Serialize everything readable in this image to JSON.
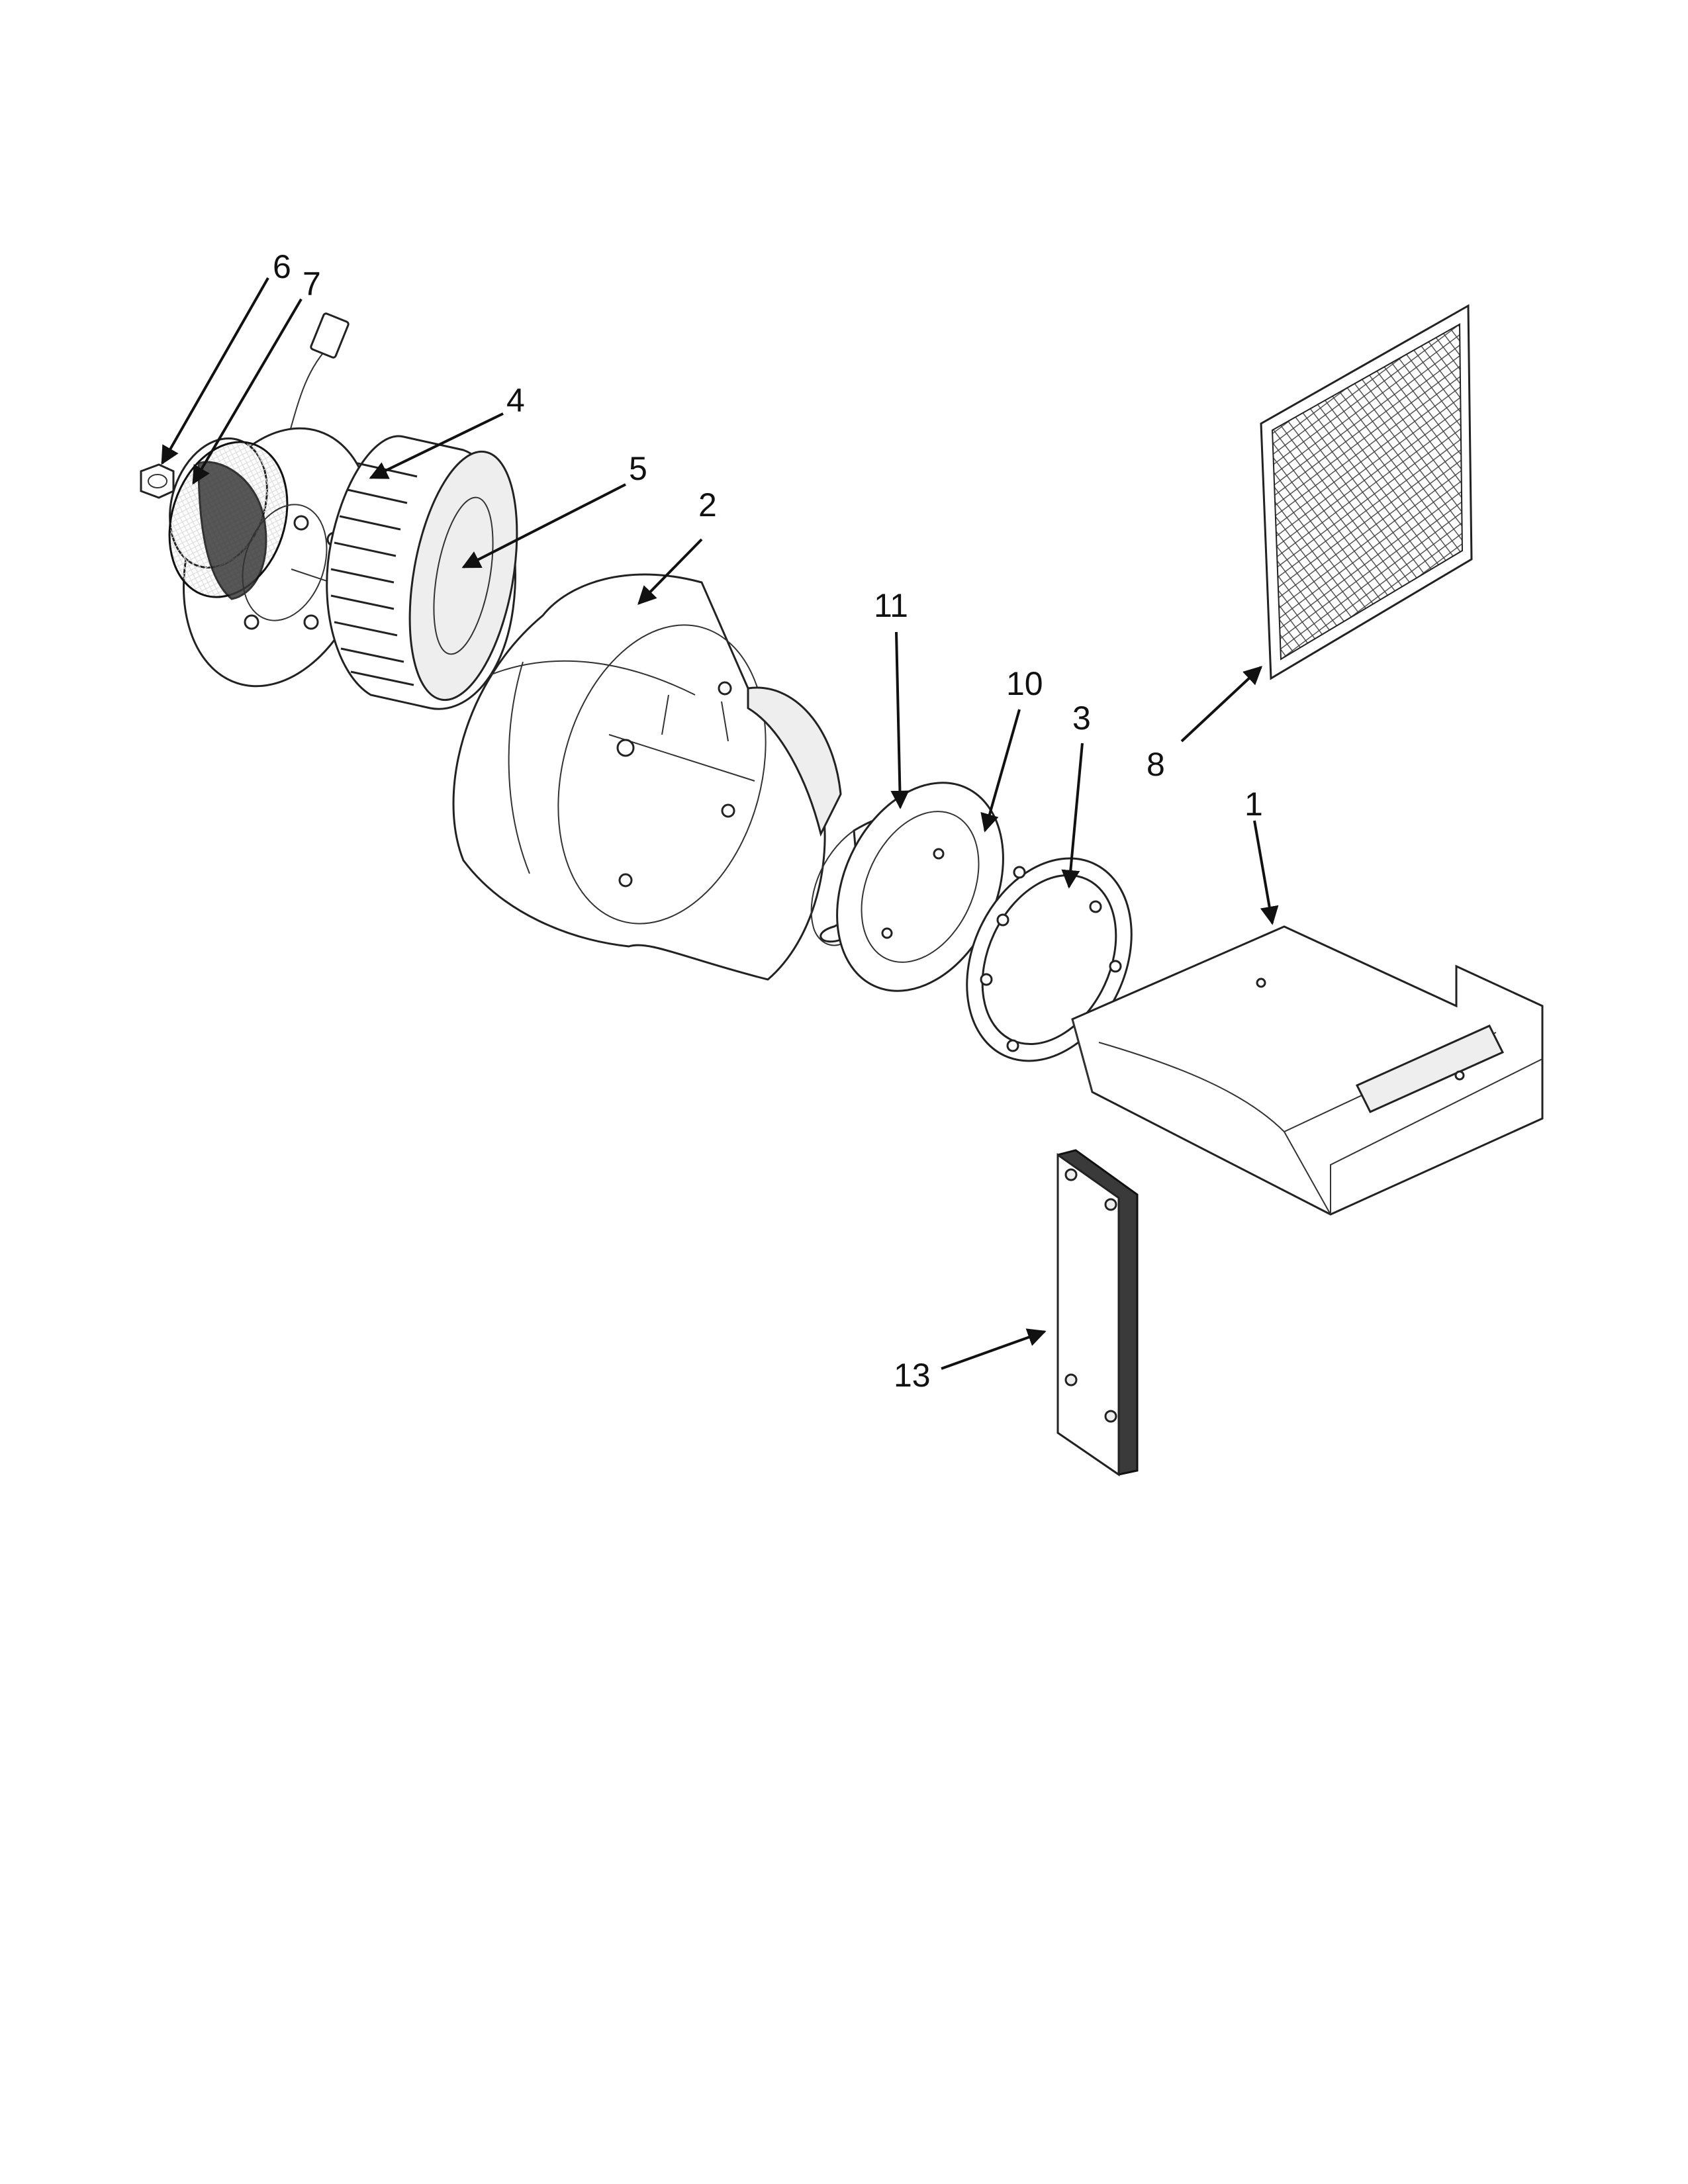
{
  "diagram": {
    "callouts": [
      {
        "id": "callout-6",
        "label": "6"
      },
      {
        "id": "callout-7",
        "label": "7"
      },
      {
        "id": "callout-4",
        "label": "4"
      },
      {
        "id": "callout-5",
        "label": "5"
      },
      {
        "id": "callout-2",
        "label": "2"
      },
      {
        "id": "callout-11",
        "label": "11"
      },
      {
        "id": "callout-10",
        "label": "10"
      },
      {
        "id": "callout-3",
        "label": "3"
      },
      {
        "id": "callout-8",
        "label": "8"
      },
      {
        "id": "callout-1",
        "label": "1"
      },
      {
        "id": "callout-13",
        "label": "13"
      }
    ]
  }
}
